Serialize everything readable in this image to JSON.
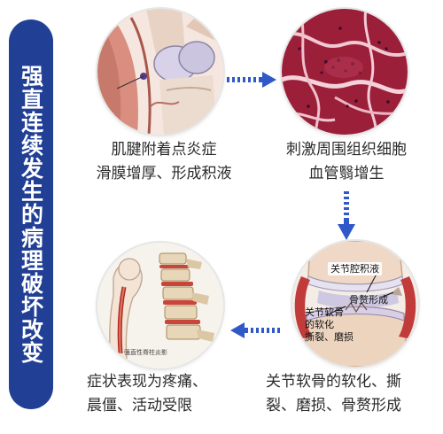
{
  "banner": {
    "title": "强直连续发生的病理破坏改变"
  },
  "steps": [
    {
      "lines": [
        "肌腱附着点炎症",
        "滑膜增厚、形成积液"
      ]
    },
    {
      "lines": [
        "刺激周围组织细胞",
        "血管翳增生"
      ]
    },
    {
      "lines": [
        "关节软骨的软化、撕",
        "裂、磨损、骨赘形成"
      ]
    },
    {
      "lines": [
        "症状表现为疼痛、",
        "晨僵、活动受限"
      ]
    }
  ],
  "knee_labels": {
    "effusion": "关节腔积液",
    "osteophyte": "骨赘形成",
    "cartilage_line1": "关节软骨",
    "cartilage_line2": "的软化",
    "cartilage_line3": "撕裂、磨损"
  },
  "spine_caption": "强直性脊柱炎影",
  "colors": {
    "banner": "#213f95",
    "arrow": "#2f59c8",
    "tissue_red": "#9c1f3a"
  }
}
